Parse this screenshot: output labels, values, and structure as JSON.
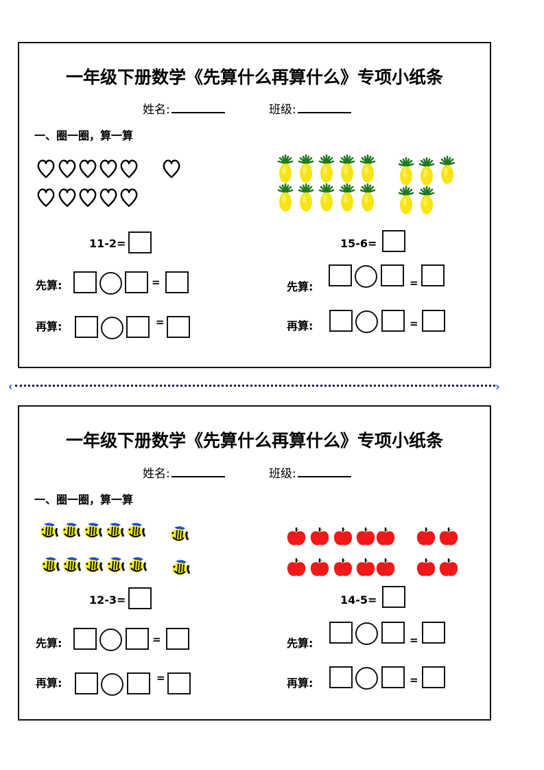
{
  "slips": [
    {
      "title": "一年级下册数学《先算什么再算什么》专项小纸条",
      "name_label": "姓名:",
      "class_label": "班级:",
      "section_title": "一、圈一圈，算一算",
      "problems": [
        {
          "picture": {
            "icon": "heart-outline-icon",
            "rows": [
              [
                5,
                1
              ],
              [
                5,
                0
              ]
            ],
            "total": 11,
            "color": "#000000"
          },
          "equation": "11-2=",
          "first_label": "先算:",
          "then_label": "再算:",
          "operator_placeholder": "circle",
          "equals_sign": "="
        },
        {
          "picture": {
            "icon": "pineapple-icon",
            "rows": [
              [
                5,
                3
              ],
              [
                5,
                2
              ]
            ],
            "total": 15,
            "color": "#f5e21a"
          },
          "equation": "15-6=",
          "first_label": "先算:",
          "then_label": "再算:",
          "operator_placeholder": "circle",
          "equals_sign": "="
        }
      ]
    },
    {
      "title": "一年级下册数学《先算什么再算什么》专项小纸条",
      "name_label": "姓名:",
      "class_label": "班级:",
      "section_title": "一、圈一圈，算一算",
      "problems": [
        {
          "picture": {
            "icon": "fish-icon",
            "rows": [
              [
                5,
                1
              ],
              [
                5,
                1
              ]
            ],
            "total": 12,
            "color": "#f2ec2a"
          },
          "equation": "12-3=",
          "first_label": "先算:",
          "then_label": "再算:",
          "operator_placeholder": "circle",
          "equals_sign": "="
        },
        {
          "picture": {
            "icon": "apple-icon",
            "rows": [
              [
                5,
                2
              ],
              [
                5,
                2
              ]
            ],
            "total": 14,
            "color": "#f01818"
          },
          "equation": "14-5=",
          "first_label": "先算:",
          "then_label": "再算:",
          "operator_placeholder": "circle",
          "equals_sign": "="
        }
      ]
    }
  ],
  "cut_line": {
    "style": "dotted",
    "arrow_left": "‹",
    "arrow_right": "›",
    "arrow_color": "#1f4fd8"
  }
}
